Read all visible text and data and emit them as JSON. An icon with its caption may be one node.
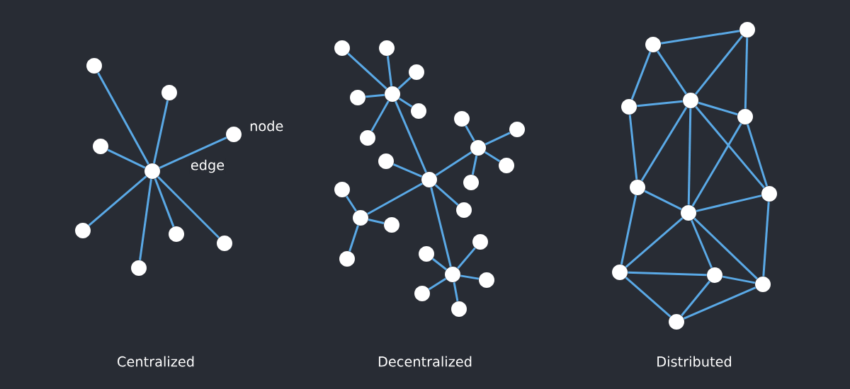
{
  "diagram": {
    "nodes": [
      {
        "text": [],
        "shape": "circle"
      },
      {
        "text": [],
        "shape": "circle"
      },
      {
        "text": [],
        "shape": "circle",
        "beside": [
          "node"
        ]
      },
      {
        "text": [],
        "shape": "circle"
      },
      {
        "text": [],
        "shape": "circle"
      },
      {
        "text": [],
        "shape": "circle"
      },
      {
        "text": [],
        "shape": "circle"
      },
      {
        "text": [],
        "shape": "circle"
      },
      {
        "text": [],
        "shape": "circle"
      },
      {
        "text": [],
        "shape": "circle"
      },
      {
        "text": [],
        "shape": "circle"
      },
      {
        "text": [],
        "shape": "circle"
      },
      {
        "text": [],
        "shape": "circle"
      },
      {
        "text": [],
        "shape": "circle"
      },
      {
        "text": [],
        "shape": "circle"
      },
      {
        "text": [],
        "shape": "circle"
      },
      {
        "text": [],
        "shape": "circle"
      },
      {
        "text": [],
        "shape": "circle"
      },
      {
        "text": [],
        "shape": "circle"
      },
      {
        "text": [],
        "shape": "circle"
      },
      {
        "text": [],
        "shape": "circle"
      },
      {
        "text": [],
        "shape": "circle"
      },
      {
        "text": [],
        "shape": "circle"
      },
      {
        "text": [],
        "shape": "circle"
      },
      {
        "text": [],
        "shape": "circle"
      },
      {
        "text": [],
        "shape": "circle"
      },
      {
        "text": [],
        "shape": "circle"
      },
      {
        "text": [],
        "shape": "circle"
      },
      {
        "text": [],
        "shape": "circle"
      },
      {
        "text": [],
        "shape": "circle"
      },
      {
        "text": [],
        "shape": "circle"
      },
      {
        "text": [],
        "shape": "circle"
      },
      {
        "text": [],
        "shape": "circle"
      },
      {
        "text": [],
        "shape": "circle"
      },
      {
        "text": [],
        "shape": "circle"
      },
      {
        "text": [],
        "shape": "circle"
      },
      {
        "text": [],
        "shape": "circle"
      },
      {
        "text": [],
        "shape": "circle"
      },
      {
        "text": [],
        "shape": "circle"
      },
      {
        "text": [],
        "shape": "circle"
      },
      {
        "text": [],
        "shape": "circle"
      },
      {
        "text": [],
        "shape": "circle"
      },
      {
        "text": [],
        "shape": "circle"
      },
      {
        "text": [],
        "shape": "circle"
      },
      {
        "text": [],
        "shape": "circle"
      },
      {
        "text": [],
        "shape": "circle"
      }
    ],
    "edges": [
      {
        "from": 4,
        "to": 0,
        "arrow": "none"
      },
      {
        "from": 4,
        "to": 1,
        "arrow": "none"
      },
      {
        "from": 4,
        "to": 2,
        "arrow": "none",
        "label": "edge"
      },
      {
        "from": 4,
        "to": 3,
        "arrow": "none"
      },
      {
        "from": 4,
        "to": 5,
        "arrow": "none"
      },
      {
        "from": 4,
        "to": 6,
        "arrow": "none"
      },
      {
        "from": 4,
        "to": 7,
        "arrow": "none"
      },
      {
        "from": 4,
        "to": 8,
        "arrow": "none"
      },
      {
        "from": 12,
        "to": 9,
        "arrow": "none"
      },
      {
        "from": 12,
        "to": 10,
        "arrow": "none"
      },
      {
        "from": 12,
        "to": 11,
        "arrow": "none"
      },
      {
        "from": 12,
        "to": 13,
        "arrow": "none"
      },
      {
        "from": 12,
        "to": 14,
        "arrow": "none"
      },
      {
        "from": 12,
        "to": 17,
        "arrow": "none"
      },
      {
        "from": 12,
        "to": 21,
        "arrow": "none"
      },
      {
        "from": 21,
        "to": 19,
        "arrow": "none"
      },
      {
        "from": 21,
        "to": 18,
        "arrow": "none"
      },
      {
        "from": 21,
        "to": 24,
        "arrow": "none"
      },
      {
        "from": 21,
        "to": 25,
        "arrow": "none"
      },
      {
        "from": 21,
        "to": 30,
        "arrow": "none"
      },
      {
        "from": 18,
        "to": 15,
        "arrow": "none"
      },
      {
        "from": 18,
        "to": 16,
        "arrow": "none"
      },
      {
        "from": 18,
        "to": 20,
        "arrow": "none"
      },
      {
        "from": 18,
        "to": 22,
        "arrow": "none"
      },
      {
        "from": 25,
        "to": 23,
        "arrow": "none"
      },
      {
        "from": 25,
        "to": 26,
        "arrow": "none"
      },
      {
        "from": 25,
        "to": 29,
        "arrow": "none"
      },
      {
        "from": 30,
        "to": 27,
        "arrow": "none"
      },
      {
        "from": 30,
        "to": 28,
        "arrow": "none"
      },
      {
        "from": 30,
        "to": 31,
        "arrow": "none"
      },
      {
        "from": 30,
        "to": 32,
        "arrow": "none"
      },
      {
        "from": 30,
        "to": 33,
        "arrow": "none"
      },
      {
        "from": 35,
        "to": 34,
        "arrow": "none"
      },
      {
        "from": 35,
        "to": 37,
        "arrow": "none"
      },
      {
        "from": 35,
        "to": 36,
        "arrow": "none"
      },
      {
        "from": 34,
        "to": 36,
        "arrow": "none"
      },
      {
        "from": 34,
        "to": 38,
        "arrow": "none"
      },
      {
        "from": 37,
        "to": 36,
        "arrow": "none"
      },
      {
        "from": 37,
        "to": 39,
        "arrow": "none"
      },
      {
        "from": 36,
        "to": 38,
        "arrow": "none"
      },
      {
        "from": 36,
        "to": 39,
        "arrow": "none"
      },
      {
        "from": 36,
        "to": 41,
        "arrow": "none"
      },
      {
        "from": 36,
        "to": 40,
        "arrow": "none"
      },
      {
        "from": 38,
        "to": 41,
        "arrow": "none"
      },
      {
        "from": 38,
        "to": 40,
        "arrow": "none"
      },
      {
        "from": 39,
        "to": 41,
        "arrow": "none"
      },
      {
        "from": 39,
        "to": 42,
        "arrow": "none"
      },
      {
        "from": 40,
        "to": 41,
        "arrow": "none"
      },
      {
        "from": 40,
        "to": 44,
        "arrow": "none"
      },
      {
        "from": 41,
        "to": 42,
        "arrow": "none"
      },
      {
        "from": 41,
        "to": 43,
        "arrow": "none"
      },
      {
        "from": 41,
        "to": 44,
        "arrow": "none"
      },
      {
        "from": 42,
        "to": 43,
        "arrow": "none"
      },
      {
        "from": 42,
        "to": 45,
        "arrow": "none"
      },
      {
        "from": 43,
        "to": 44,
        "arrow": "none"
      },
      {
        "from": 43,
        "to": 45,
        "arrow": "none"
      },
      {
        "from": 45,
        "to": 44,
        "arrow": "none"
      }
    ],
    "labels": [
      "Centralized",
      "Decentralized",
      "Distributed"
    ]
  }
}
